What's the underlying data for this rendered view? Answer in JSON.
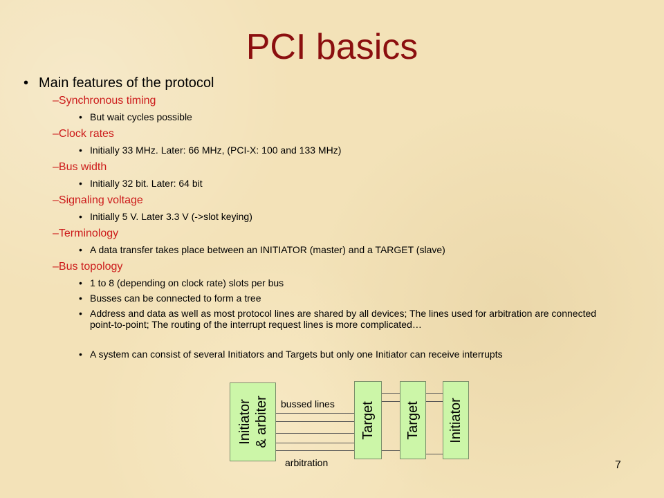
{
  "slide": {
    "title": "PCI basics",
    "page_number": "7",
    "main_bullet": "Main features of the protocol",
    "sections": [
      {
        "heading": "Synchronous timing",
        "items": [
          "But wait cycles possible"
        ]
      },
      {
        "heading": "Clock rates",
        "items": [
          "Initially 33 MHz. Later: 66 MHz, (PCI-X: 100 and 133 MHz)"
        ]
      },
      {
        "heading": "Bus width",
        "items": [
          "Initially 32 bit. Later: 64 bit"
        ]
      },
      {
        "heading": "Signaling voltage",
        "items": [
          "Initially 5 V. Later 3.3 V (->slot keying)"
        ]
      },
      {
        "heading": "Terminology",
        "items": [
          "A data transfer takes place between an INITIATOR (master) and a TARGET (slave)"
        ]
      },
      {
        "heading": "Bus topology",
        "items": [
          "1 to 8 (depending on clock rate) slots per bus",
          "Busses can be connected to form a tree",
          "Address and data as well as most protocol lines are shared by all devices; The lines used for arbitration are connected point-to-point; The routing of the interrupt request lines is more complicated…",
          "A system can consist of several Initiators and Targets but only one Initiator can receive interrupts"
        ]
      }
    ]
  },
  "diagram": {
    "initiator_arbiter_line1": "Initiator",
    "initiator_arbiter_line2": "& arbiter",
    "target1": "Target",
    "target2": "Target",
    "initiator": "Initiator",
    "bussed_lines_label": "bussed lines",
    "arbitration_label": "arbitration"
  },
  "colors": {
    "title": "#8b0f0f",
    "subheading": "#cc1a1a",
    "box_fill": "#ccf6a8",
    "background": "#f3e2b8"
  }
}
